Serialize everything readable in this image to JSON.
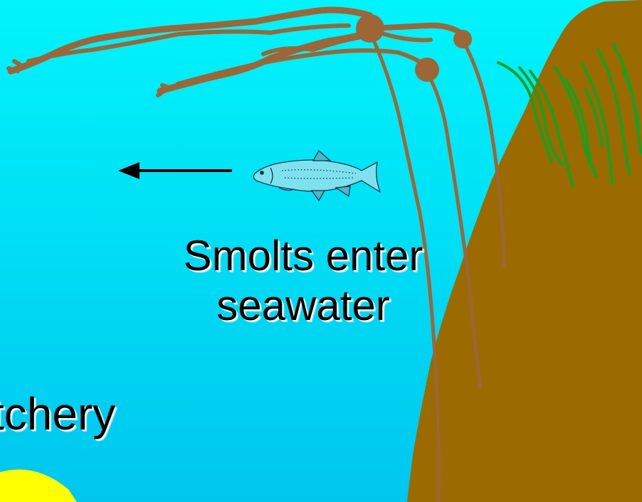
{
  "caption": {
    "line1": "Smolts enter",
    "line2": "seawater",
    "partial_word": "tchery"
  },
  "colors": {
    "water": "#00d8f0",
    "cliff": "#9b6a00",
    "kelp": "#9c6636",
    "grass": "#1e9e1e",
    "sun": "#ffff00",
    "text": "#000000"
  },
  "icons": [
    "fish-icon",
    "left-arrow-icon",
    "kelp",
    "cliff",
    "seagrass",
    "sun"
  ]
}
